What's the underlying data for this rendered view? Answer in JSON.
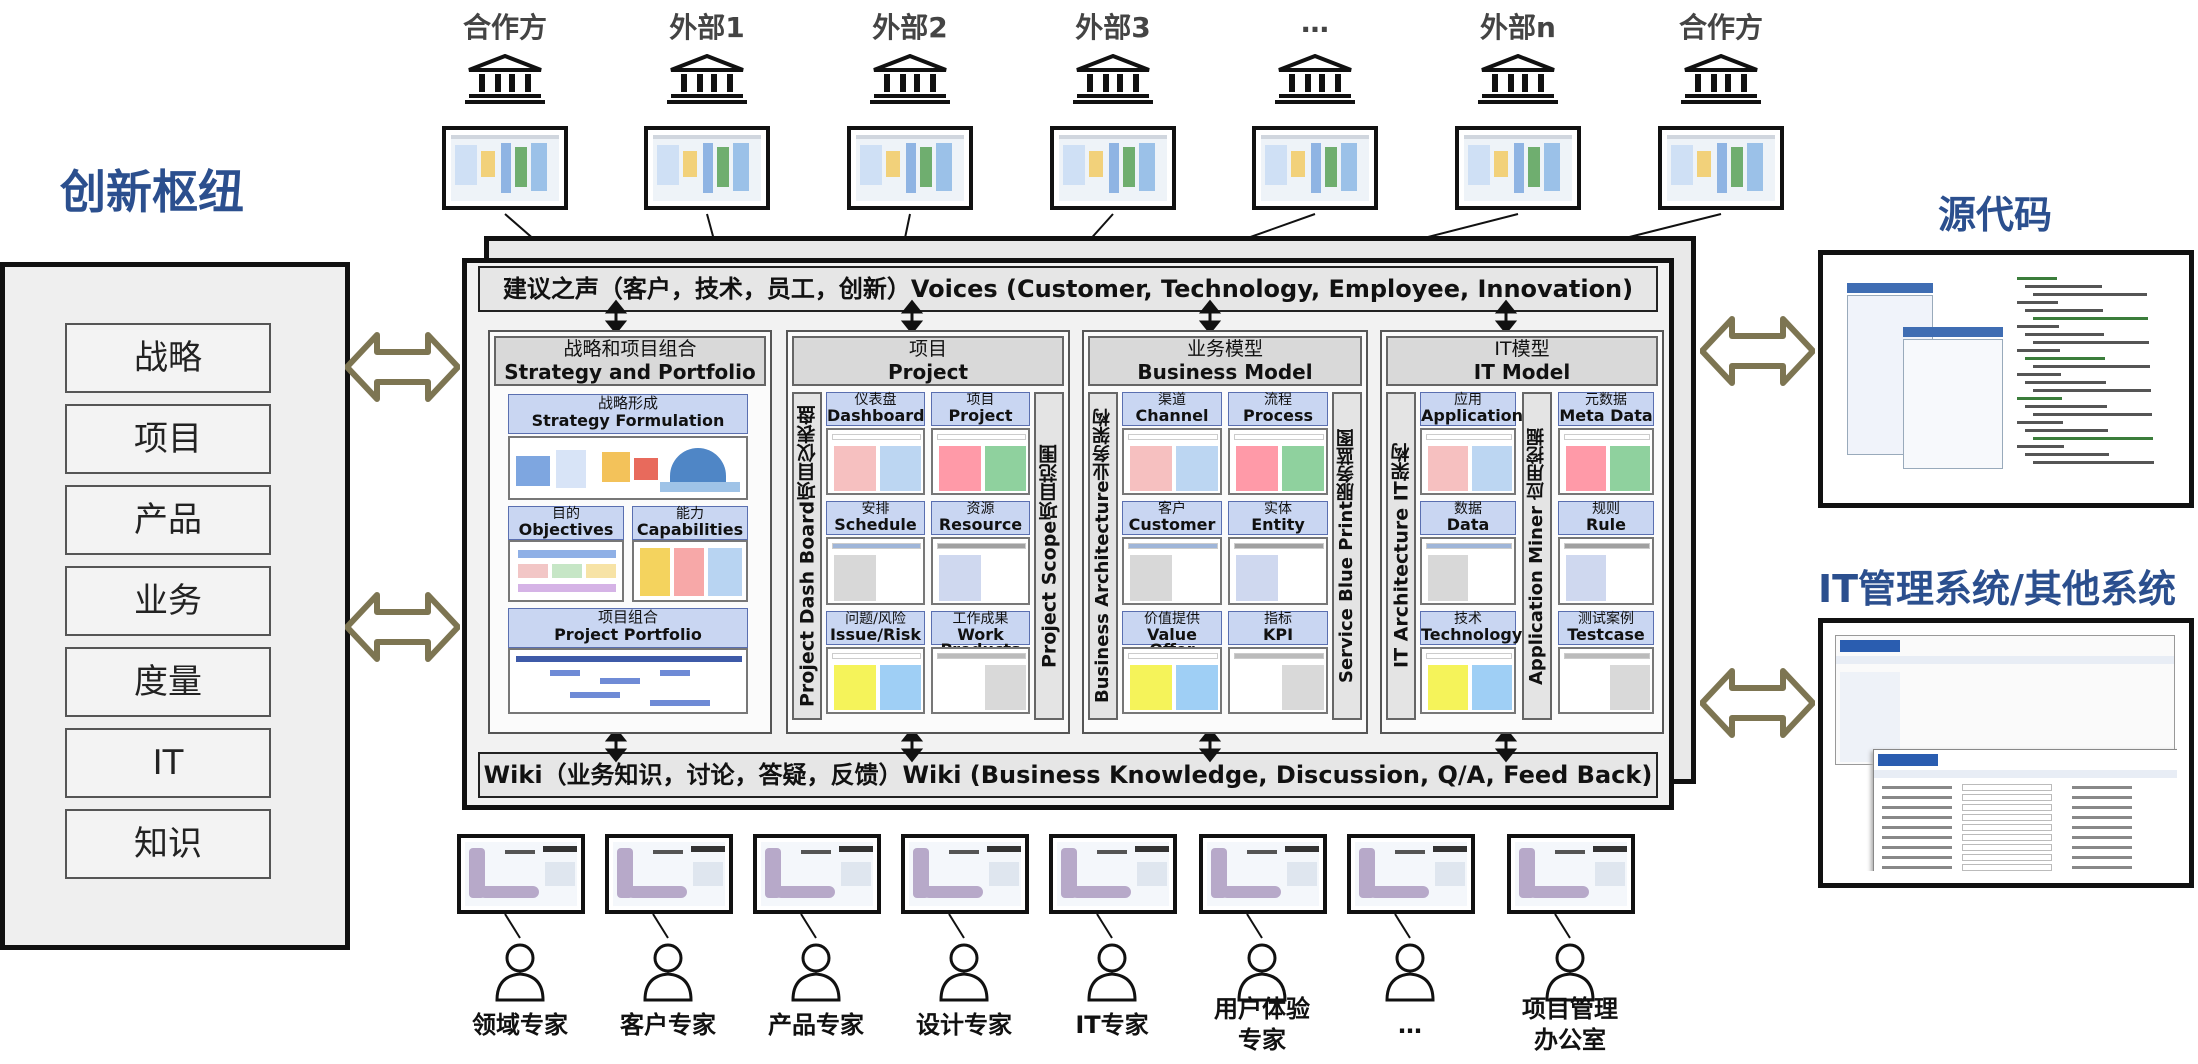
{
  "hub_title": "创新枢纽",
  "source_code_title": "源代码",
  "it_system_title": "IT管理系统/其他系统",
  "partners": [
    "合作方",
    "外部1",
    "外部2",
    "外部3",
    "…",
    "外部n",
    "合作方"
  ],
  "left_panel": [
    "战略",
    "项目",
    "产品",
    "业务",
    "度量",
    "IT",
    "知识"
  ],
  "voices_bar": "建议之声（客户，技术，员工，创新）Voices (Customer, Technology, Employee, Innovation)",
  "wiki_bar": "Wiki（业务知识，讨论，答疑，反馈）Wiki (Business Knowledge, Discussion, Q/A, Feed Back)",
  "columns": {
    "strategy": {
      "title_cn": "战略和项目组合",
      "title_en": "Strategy and Portfolio",
      "formulation_cn": "战略形成",
      "formulation_en": "Strategy Formulation",
      "objectives_cn": "目的",
      "objectives_en": "Objectives",
      "capabilities_cn": "能力",
      "capabilities_en": "Capabilities",
      "portfolio_cn": "项目组合",
      "portfolio_en": "Project Portfolio"
    },
    "project": {
      "title_cn": "项目",
      "title_en": "Project",
      "left_vertical": "Project Dash Board项目仪表盘",
      "right_vertical": "Project Scope项目范围",
      "cells": [
        {
          "cn": "仪表盘",
          "en": "Dashboard"
        },
        {
          "cn": "项目",
          "en": "Project"
        },
        {
          "cn": "安排",
          "en": "Schedule"
        },
        {
          "cn": "资源",
          "en": "Resource"
        },
        {
          "cn": "问题/风险",
          "en": "Issue/Risk"
        },
        {
          "cn": "工作成果",
          "en": "Work Products"
        }
      ]
    },
    "business": {
      "title_cn": "业务模型",
      "title_en": "Business Model",
      "left_vertical": "Business Architecture业务架构",
      "right_vertical": "Service Blue Print服务蓝图",
      "cells": [
        {
          "cn": "渠道",
          "en": "Channel"
        },
        {
          "cn": "流程",
          "en": "Process"
        },
        {
          "cn": "客户",
          "en": "Customer"
        },
        {
          "cn": "实体",
          "en": "Entity"
        },
        {
          "cn": "价值提供",
          "en": "Value Offer"
        },
        {
          "cn": "指标",
          "en": "KPI"
        }
      ]
    },
    "it": {
      "title_cn": "IT模型",
      "title_en": "IT Model",
      "left_vertical": "IT Architecture IT架构",
      "right_vertical": "Application Miner 应用挖掘",
      "cells": [
        {
          "cn": "应用",
          "en": "Application"
        },
        {
          "cn": "元数据",
          "en": "Meta Data"
        },
        {
          "cn": "数据",
          "en": "Data"
        },
        {
          "cn": "规则",
          "en": "Rule"
        },
        {
          "cn": "技术",
          "en": "Technology"
        },
        {
          "cn": "测试案例",
          "en": "Testcase"
        }
      ]
    }
  },
  "experts": [
    {
      "line1": "领域专家",
      "line2": ""
    },
    {
      "line1": "客户专家",
      "line2": ""
    },
    {
      "line1": "产品专家",
      "line2": ""
    },
    {
      "line1": "设计专家",
      "line2": ""
    },
    {
      "line1": "IT专家",
      "line2": ""
    },
    {
      "line1": "用户体验",
      "line2": "专家"
    },
    {
      "line1": "…",
      "line2": ""
    },
    {
      "line1": "项目管理",
      "line2": "办公室"
    }
  ],
  "colors": {
    "title_blue": "#2b4f8e",
    "arrow_olive": "#7d7552",
    "cell_blue": "#c9d6f2",
    "frame": "#111111"
  },
  "icons": [
    "bank-icon",
    "monitor-icon",
    "person-icon",
    "double-arrow-icon",
    "down-arrow-icon"
  ]
}
